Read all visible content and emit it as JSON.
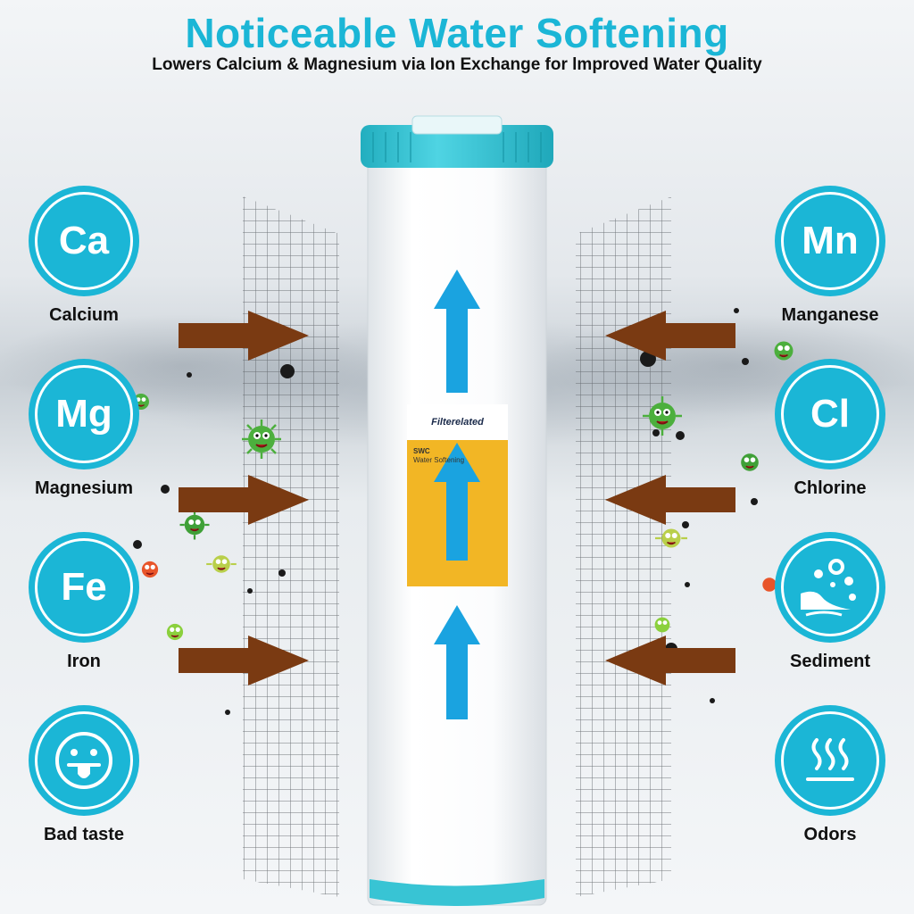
{
  "header": {
    "title": "Noticeable Water Softening",
    "subtitle": "Lowers Calcium & Magnesium via Ion Exchange for lmproved Water Quality"
  },
  "left_items": [
    {
      "symbol": "Ca",
      "label": "Calcium"
    },
    {
      "symbol": "Mg",
      "label": "Magnesium"
    },
    {
      "symbol": "Fe",
      "label": "Iron"
    },
    {
      "symbol": "",
      "icon": "tongue-face-icon",
      "label": "Bad taste"
    }
  ],
  "right_items": [
    {
      "symbol": "Mn",
      "label": "Manganese"
    },
    {
      "symbol": "Cl",
      "label": "Chlorine"
    },
    {
      "symbol": "",
      "icon": "sediment-particles-icon",
      "label": "Sediment"
    },
    {
      "symbol": "",
      "icon": "odor-waves-icon",
      "label": "Odors"
    }
  ],
  "filter_label": {
    "brand": "Filterelated",
    "model": "SWC",
    "product": "Water Softening"
  },
  "colors": {
    "accent": "#1bb6d6",
    "arrow_in": "#7a3a12",
    "arrow_up": "#1aa3e0",
    "label_bg": "#f2b625",
    "cap": "#37c6d8"
  }
}
